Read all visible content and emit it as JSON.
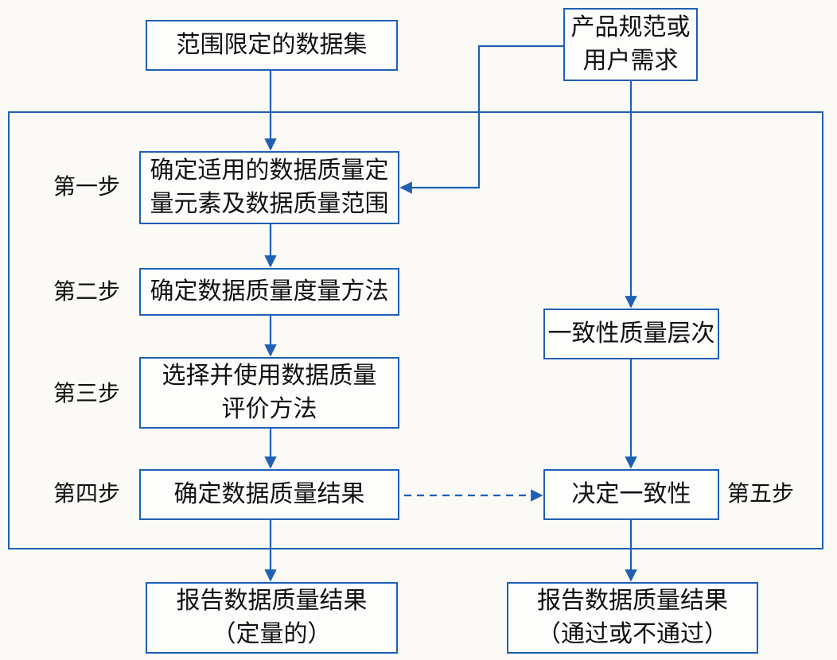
{
  "nodes": {
    "dataset": "范围限定的数据集",
    "spec": "产品规范或\n用户需求",
    "step1": "确定适用的数据质量定\n量元素及数据质量范围",
    "step2": "确定数据质量度量方法",
    "step3": "选择并使用数据质量\n评价方法",
    "step4": "确定数据质量结果",
    "level": "一致性质量层次",
    "decide": "决定一致性",
    "report_quant": "报告数据质量结果\n（定量的）",
    "report_pass": "报告数据质量结果\n（通过或不通过）"
  },
  "step_labels": {
    "s1": "第一步",
    "s2": "第二步",
    "s3": "第三步",
    "s4": "第四步",
    "s5": "第五步"
  },
  "colors": {
    "line": "#1f5fb4"
  }
}
